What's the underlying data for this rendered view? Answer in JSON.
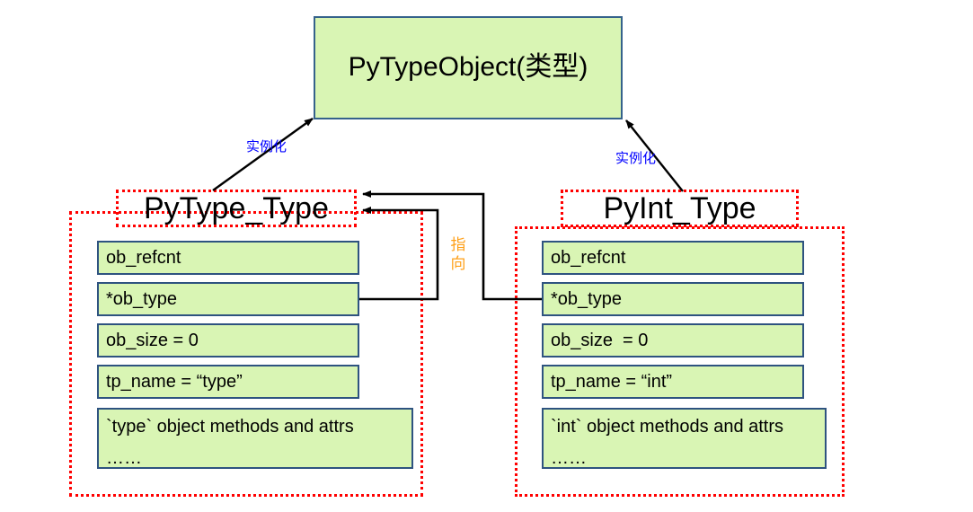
{
  "diagram": {
    "title_box": {
      "label": "PyTypeObject(类型)"
    },
    "edge_labels": {
      "instantiate_left": "实例化",
      "instantiate_right": "实例化",
      "points_to": "指向"
    },
    "structs": [
      {
        "name": "PyType_Type",
        "fields": [
          {
            "text": "ob_refcnt"
          },
          {
            "text": "*ob_type"
          },
          {
            "text": "ob_size = 0"
          },
          {
            "text": "tp_name = “type”"
          },
          {
            "text": "`type` object methods and attrs",
            "text2": "……"
          }
        ]
      },
      {
        "name": "PyInt_Type",
        "fields": [
          {
            "text": "ob_refcnt"
          },
          {
            "text": "*ob_type"
          },
          {
            "text": "ob_size  = 0"
          },
          {
            "text": "tp_name = “int”"
          },
          {
            "text": "`int` object methods and attrs",
            "text2": "……"
          }
        ]
      }
    ],
    "colors": {
      "box_fill": "#d9f5b4",
      "box_border": "#2e5380",
      "group_border": "#ff0000",
      "instantiate_label": "#0000ff",
      "points_to_label": "#ffa019",
      "arrow": "#000000"
    }
  }
}
